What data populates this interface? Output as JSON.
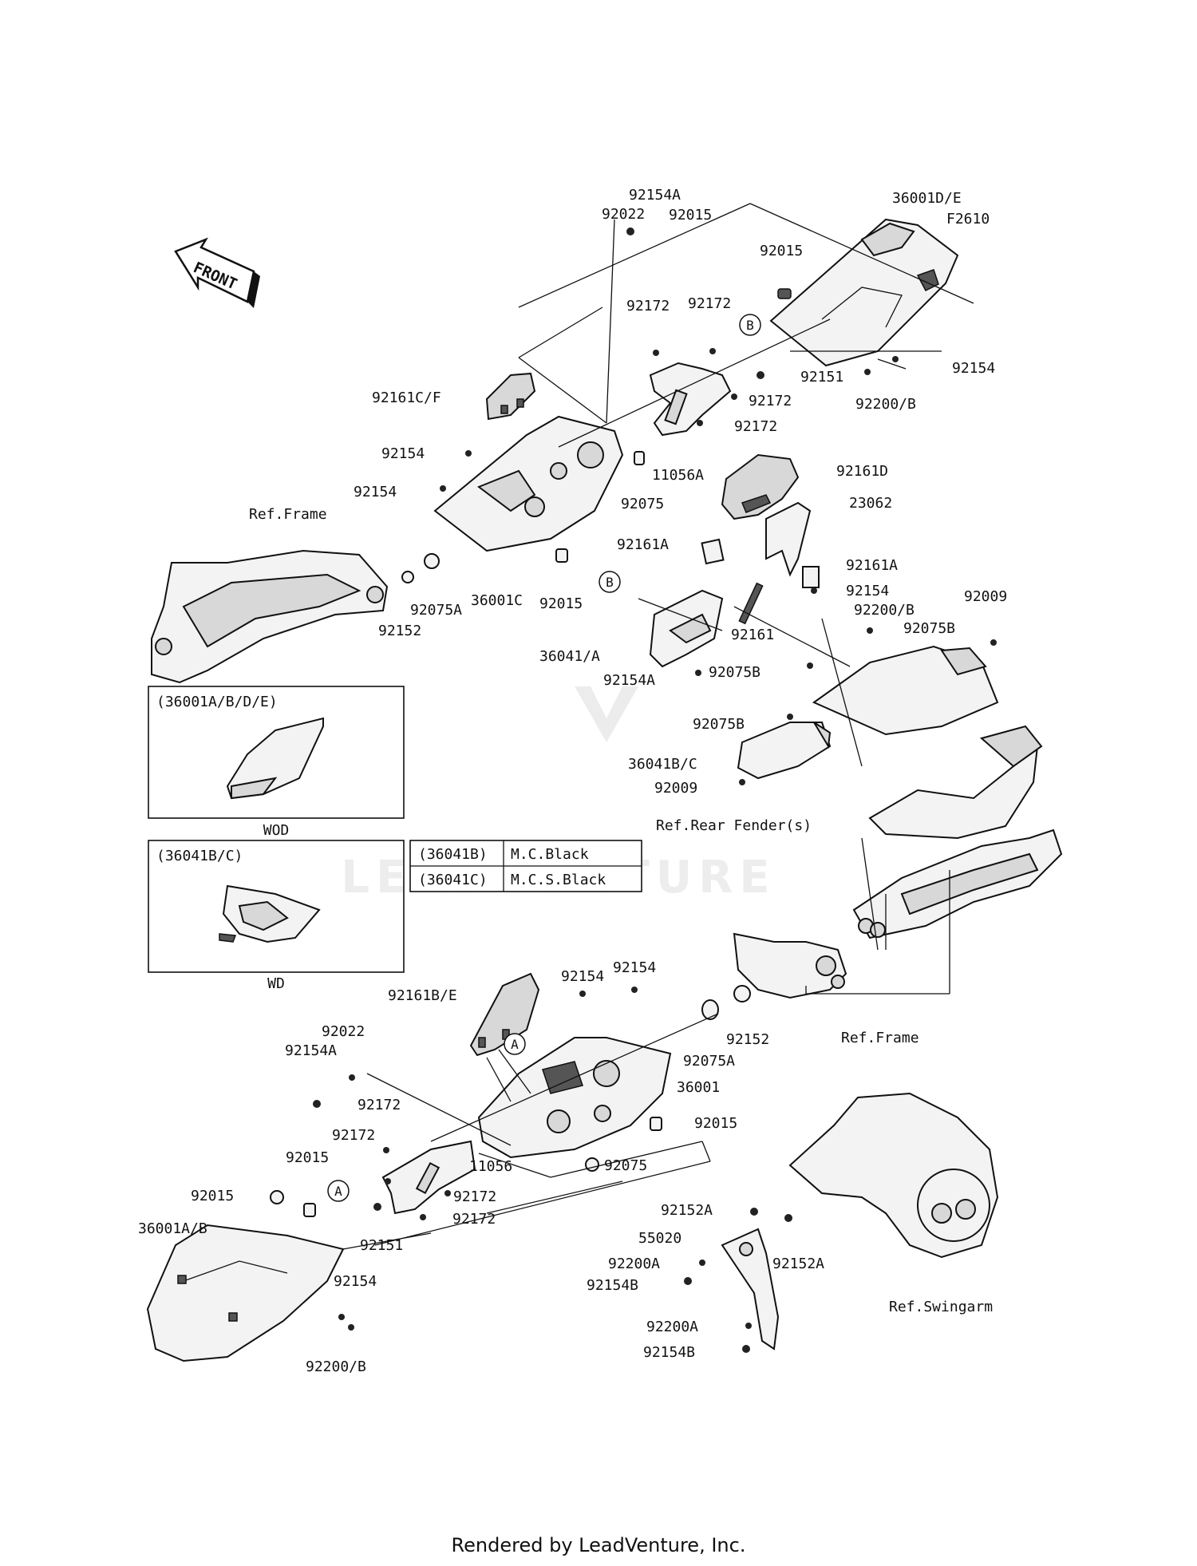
{
  "diagram_code": "F2610",
  "front_label": "FRONT",
  "watermark": "LEADVENTURE",
  "footer": "Rendered by LeadVenture, Inc.",
  "callouts": [
    "A",
    "B"
  ],
  "variant_boxes": [
    {
      "heading": "(36001A/B/D/E)",
      "caption": "WOD"
    },
    {
      "heading": "(36041B/C)",
      "caption": "WD"
    }
  ],
  "color_table": [
    {
      "part": "(36041B)",
      "color": "M.C.Black"
    },
    {
      "part": "(36041C)",
      "color": "M.C.S.Black"
    }
  ],
  "part_labels": [
    "92154A",
    "92022",
    "92015",
    "36001D/E",
    "92015",
    "92172",
    "92172",
    "92151",
    "92172",
    "92154",
    "92200/B",
    "92172",
    "11056A",
    "92161C/F",
    "92154",
    "92154",
    "92075",
    "Ref.Frame",
    "92161D",
    "23062",
    "92161A",
    "92161A",
    "92154",
    "92075A",
    "36001C",
    "92015",
    "92152",
    "92161",
    "92200/B",
    "92009",
    "92075B",
    "36041/A",
    "92154A",
    "92075B",
    "92075B",
    "36041B/C",
    "92009",
    "Ref.Rear Fender(s)",
    "92161B/E",
    "92154",
    "92154",
    "92022",
    "92154A",
    "92152",
    "92075A",
    "Ref.Frame",
    "36001",
    "92172",
    "92015",
    "92172",
    "11056",
    "92075",
    "92015",
    "92015",
    "92172",
    "92172",
    "92151",
    "36001A/B",
    "92154",
    "92152A",
    "55020",
    "92200A",
    "92152A",
    "92154B",
    "Ref.Swingarm",
    "92200A",
    "92154B",
    "92200/B"
  ]
}
